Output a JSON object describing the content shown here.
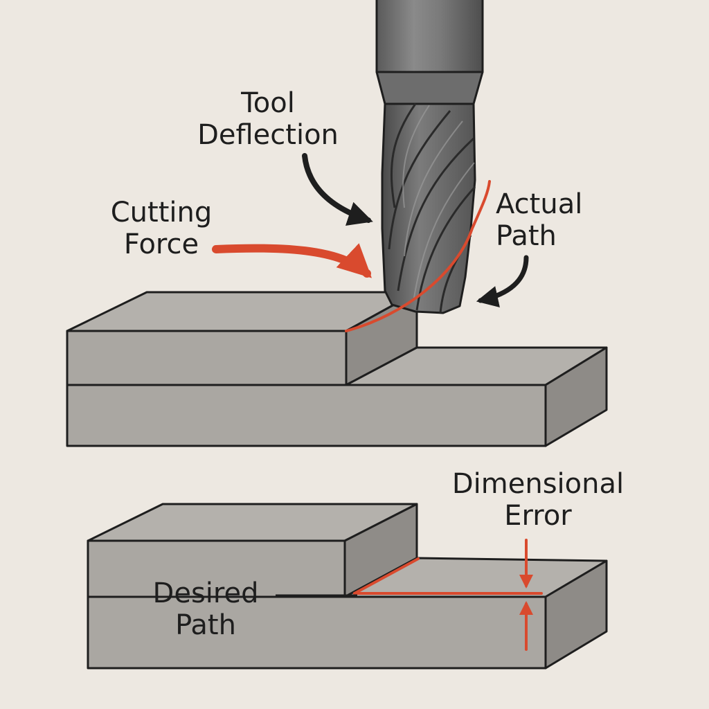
{
  "labels": {
    "tool_deflection": {
      "line1": "Tool",
      "line2": "Deflection"
    },
    "cutting_force": {
      "line1": "Cutting",
      "line2": "Force"
    },
    "actual_path": {
      "line1": "Actual",
      "line2": "Path"
    },
    "dimensional_error": {
      "line1": "Dimensional",
      "line2": "Error"
    },
    "desired_path": {
      "line1": "Desired",
      "line2": "Path"
    }
  },
  "colors": {
    "background": "#ede8e1",
    "block_front": "#aaa7a2",
    "block_top": "#b4b1ac",
    "block_side": "#8e8b87",
    "outline": "#1e1e1e",
    "accent_red": "#d94a2e",
    "tool_body": "#6f6f6f"
  }
}
